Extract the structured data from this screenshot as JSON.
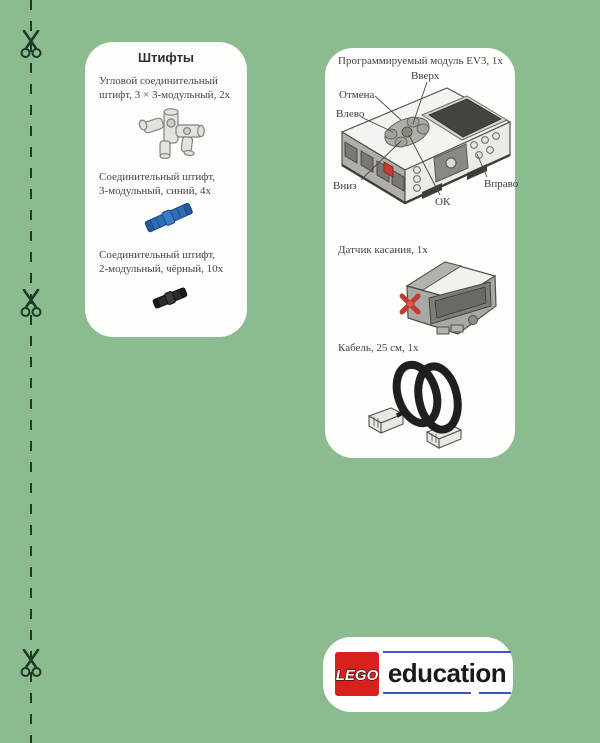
{
  "colors": {
    "background_green": "#8bbb8e",
    "cut_line_green": "#1c3a26",
    "card_white": "#fdfdfc",
    "body_text": "#45463e",
    "lego_red": "#d8201d",
    "logo_line_blue": "#3e55c4",
    "blue_pin": "#2f6db8",
    "black_pin": "#2c2c2c",
    "sensor_button_red": "#c23a30"
  },
  "pins_card": {
    "title": "Штифты",
    "items": [
      {
        "line1": "Угловой соединительный",
        "line2": "штифт, 3 × 3-модульный, 2x"
      },
      {
        "line1": "Соединительный штифт,",
        "line2": "3-модульный, синий, 4x"
      },
      {
        "line1": "Соединительный штифт,",
        "line2": "2-модульный, чёрный, 10x"
      }
    ]
  },
  "ev3_card": {
    "title": "Программируемый модуль EV3, 1x",
    "buttons": {
      "up": "Вверх",
      "cancel": "Отмена",
      "left": "Влево",
      "down": "Вниз",
      "ok": "ОК",
      "right": "Вправо"
    },
    "sensor_title": "Датчик касания, 1x",
    "cable_title": "Кабель, 25 см, 1x"
  },
  "logo": {
    "brand": "LEGO",
    "name": "education"
  }
}
